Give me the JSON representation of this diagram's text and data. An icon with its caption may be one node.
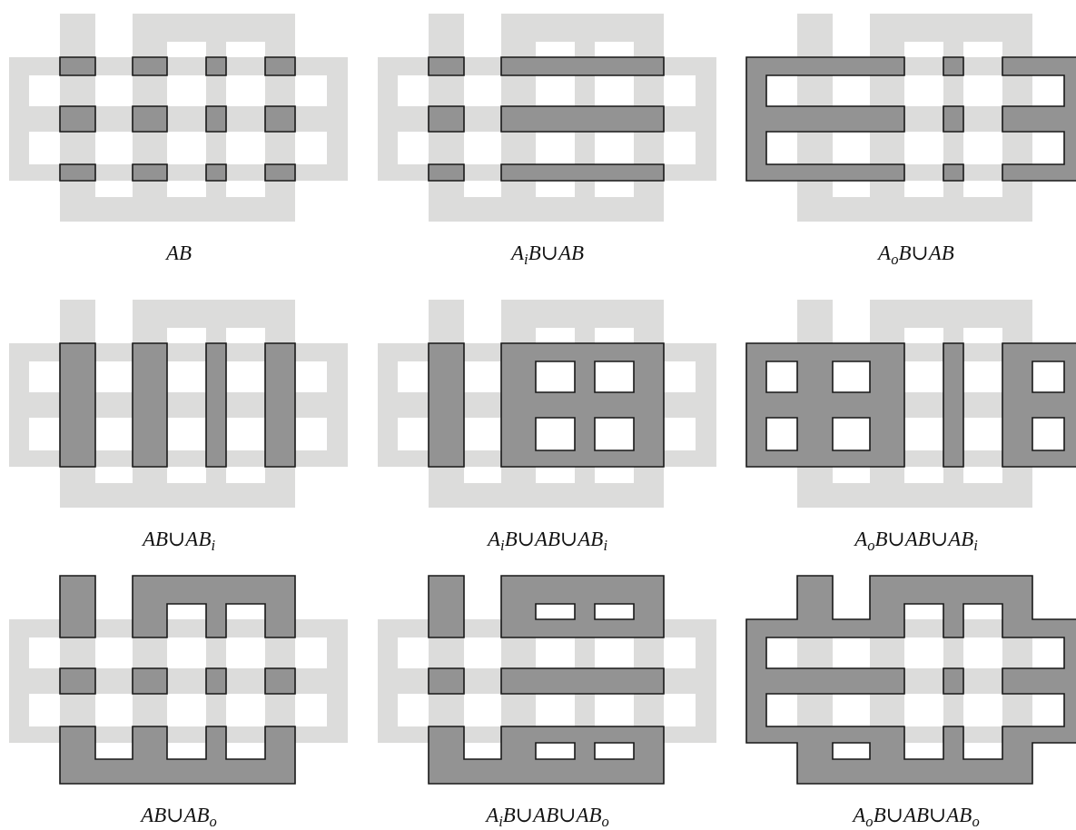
{
  "diagram": {
    "labels": [
      "AB",
      "A$_{i}$B∪AB",
      "A$_{o}$B∪AB",
      "AB∪AB$_{i}$",
      "A$_{i}$B∪AB∪AB$_{i}$",
      "A$_{o}$B∪AB∪AB$_{i}$",
      "AB∪AB$_{o}$",
      "A$_{i}$B∪AB∪AB$_{o}$",
      "A$_{o}$B∪AB∪AB$_{o}$"
    ]
  }
}
